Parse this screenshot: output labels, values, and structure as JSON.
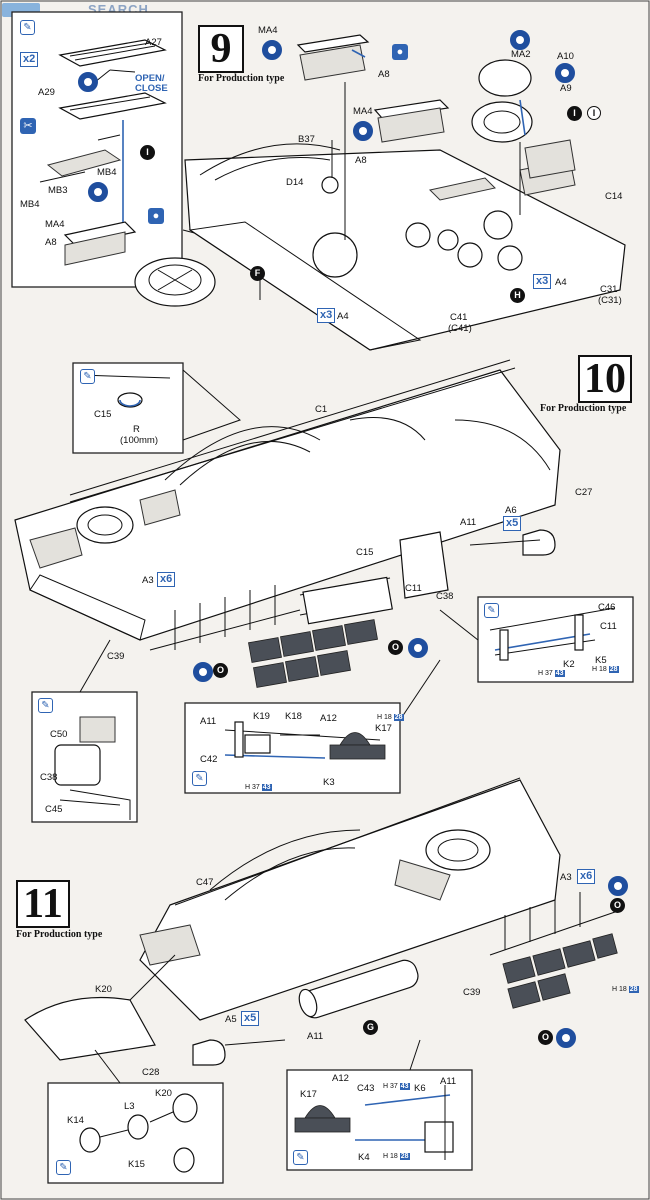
{
  "watermark": "SEARCH",
  "step9": {
    "number": "9",
    "subtitle": "For Production type",
    "inset": {
      "multiplier": "x2",
      "labels": [
        "A27",
        "A29",
        "OPEN/",
        "CLOSE",
        "MB4",
        "MB3",
        "MB4",
        "MA4",
        "A8"
      ],
      "badge": "I"
    },
    "labels": [
      "MA4",
      "A8",
      "MA2",
      "A10",
      "A9",
      "B37",
      "D14",
      "MA4",
      "A8",
      "C14",
      "A4",
      "C31",
      "(C31)",
      "A4",
      "C41",
      "(C41)"
    ],
    "badges": [
      "F",
      "H",
      "I",
      "I"
    ],
    "multipliers": [
      "x3",
      "x3"
    ]
  },
  "step10": {
    "number": "10",
    "subtitle": "For Production type",
    "inset_top": {
      "labels": [
        "C15",
        "R",
        "(100mm)"
      ]
    },
    "labels": [
      "C1",
      "C27",
      "A6",
      "A11",
      "C15",
      "C11",
      "C38",
      "A3",
      "C39"
    ],
    "multipliers": [
      "x5",
      "x6"
    ],
    "inset_right": {
      "labels": [
        "C46",
        "C11",
        "K2",
        "K5"
      ],
      "paint": [
        {
          "letter": "H",
          "a": "37",
          "b": "43"
        },
        {
          "letter": "H",
          "a": "18",
          "b": "28"
        }
      ]
    },
    "inset_mid": {
      "labels": [
        "A11",
        "K19",
        "K18",
        "A12",
        "K17",
        "C42",
        "K3"
      ],
      "paint": [
        {
          "letter": "H",
          "a": "18",
          "b": "28"
        },
        {
          "letter": "H",
          "a": "37",
          "b": "43"
        }
      ]
    },
    "inset_left": {
      "labels": [
        "C50",
        "C38",
        "C45"
      ]
    },
    "badges": [
      "O",
      "O"
    ]
  },
  "step11": {
    "number": "11",
    "subtitle": "For Production type",
    "labels": [
      "C47",
      "A3",
      "K20",
      "A5",
      "C28",
      "A11",
      "C39"
    ],
    "multipliers": [
      "x6",
      "x5"
    ],
    "badges": [
      "G",
      "O",
      "O"
    ],
    "paint": [
      {
        "letter": "H",
        "a": "18",
        "b": "28"
      }
    ],
    "inset_left": {
      "labels": [
        "K20",
        "K14",
        "L3",
        "K15"
      ]
    },
    "inset_mid": {
      "labels": [
        "A12",
        "K17",
        "C43",
        "K6",
        "A11",
        "K4"
      ],
      "paint": [
        {
          "letter": "H",
          "a": "37",
          "b": "43"
        },
        {
          "letter": "H",
          "a": "18",
          "b": "28"
        }
      ]
    }
  }
}
